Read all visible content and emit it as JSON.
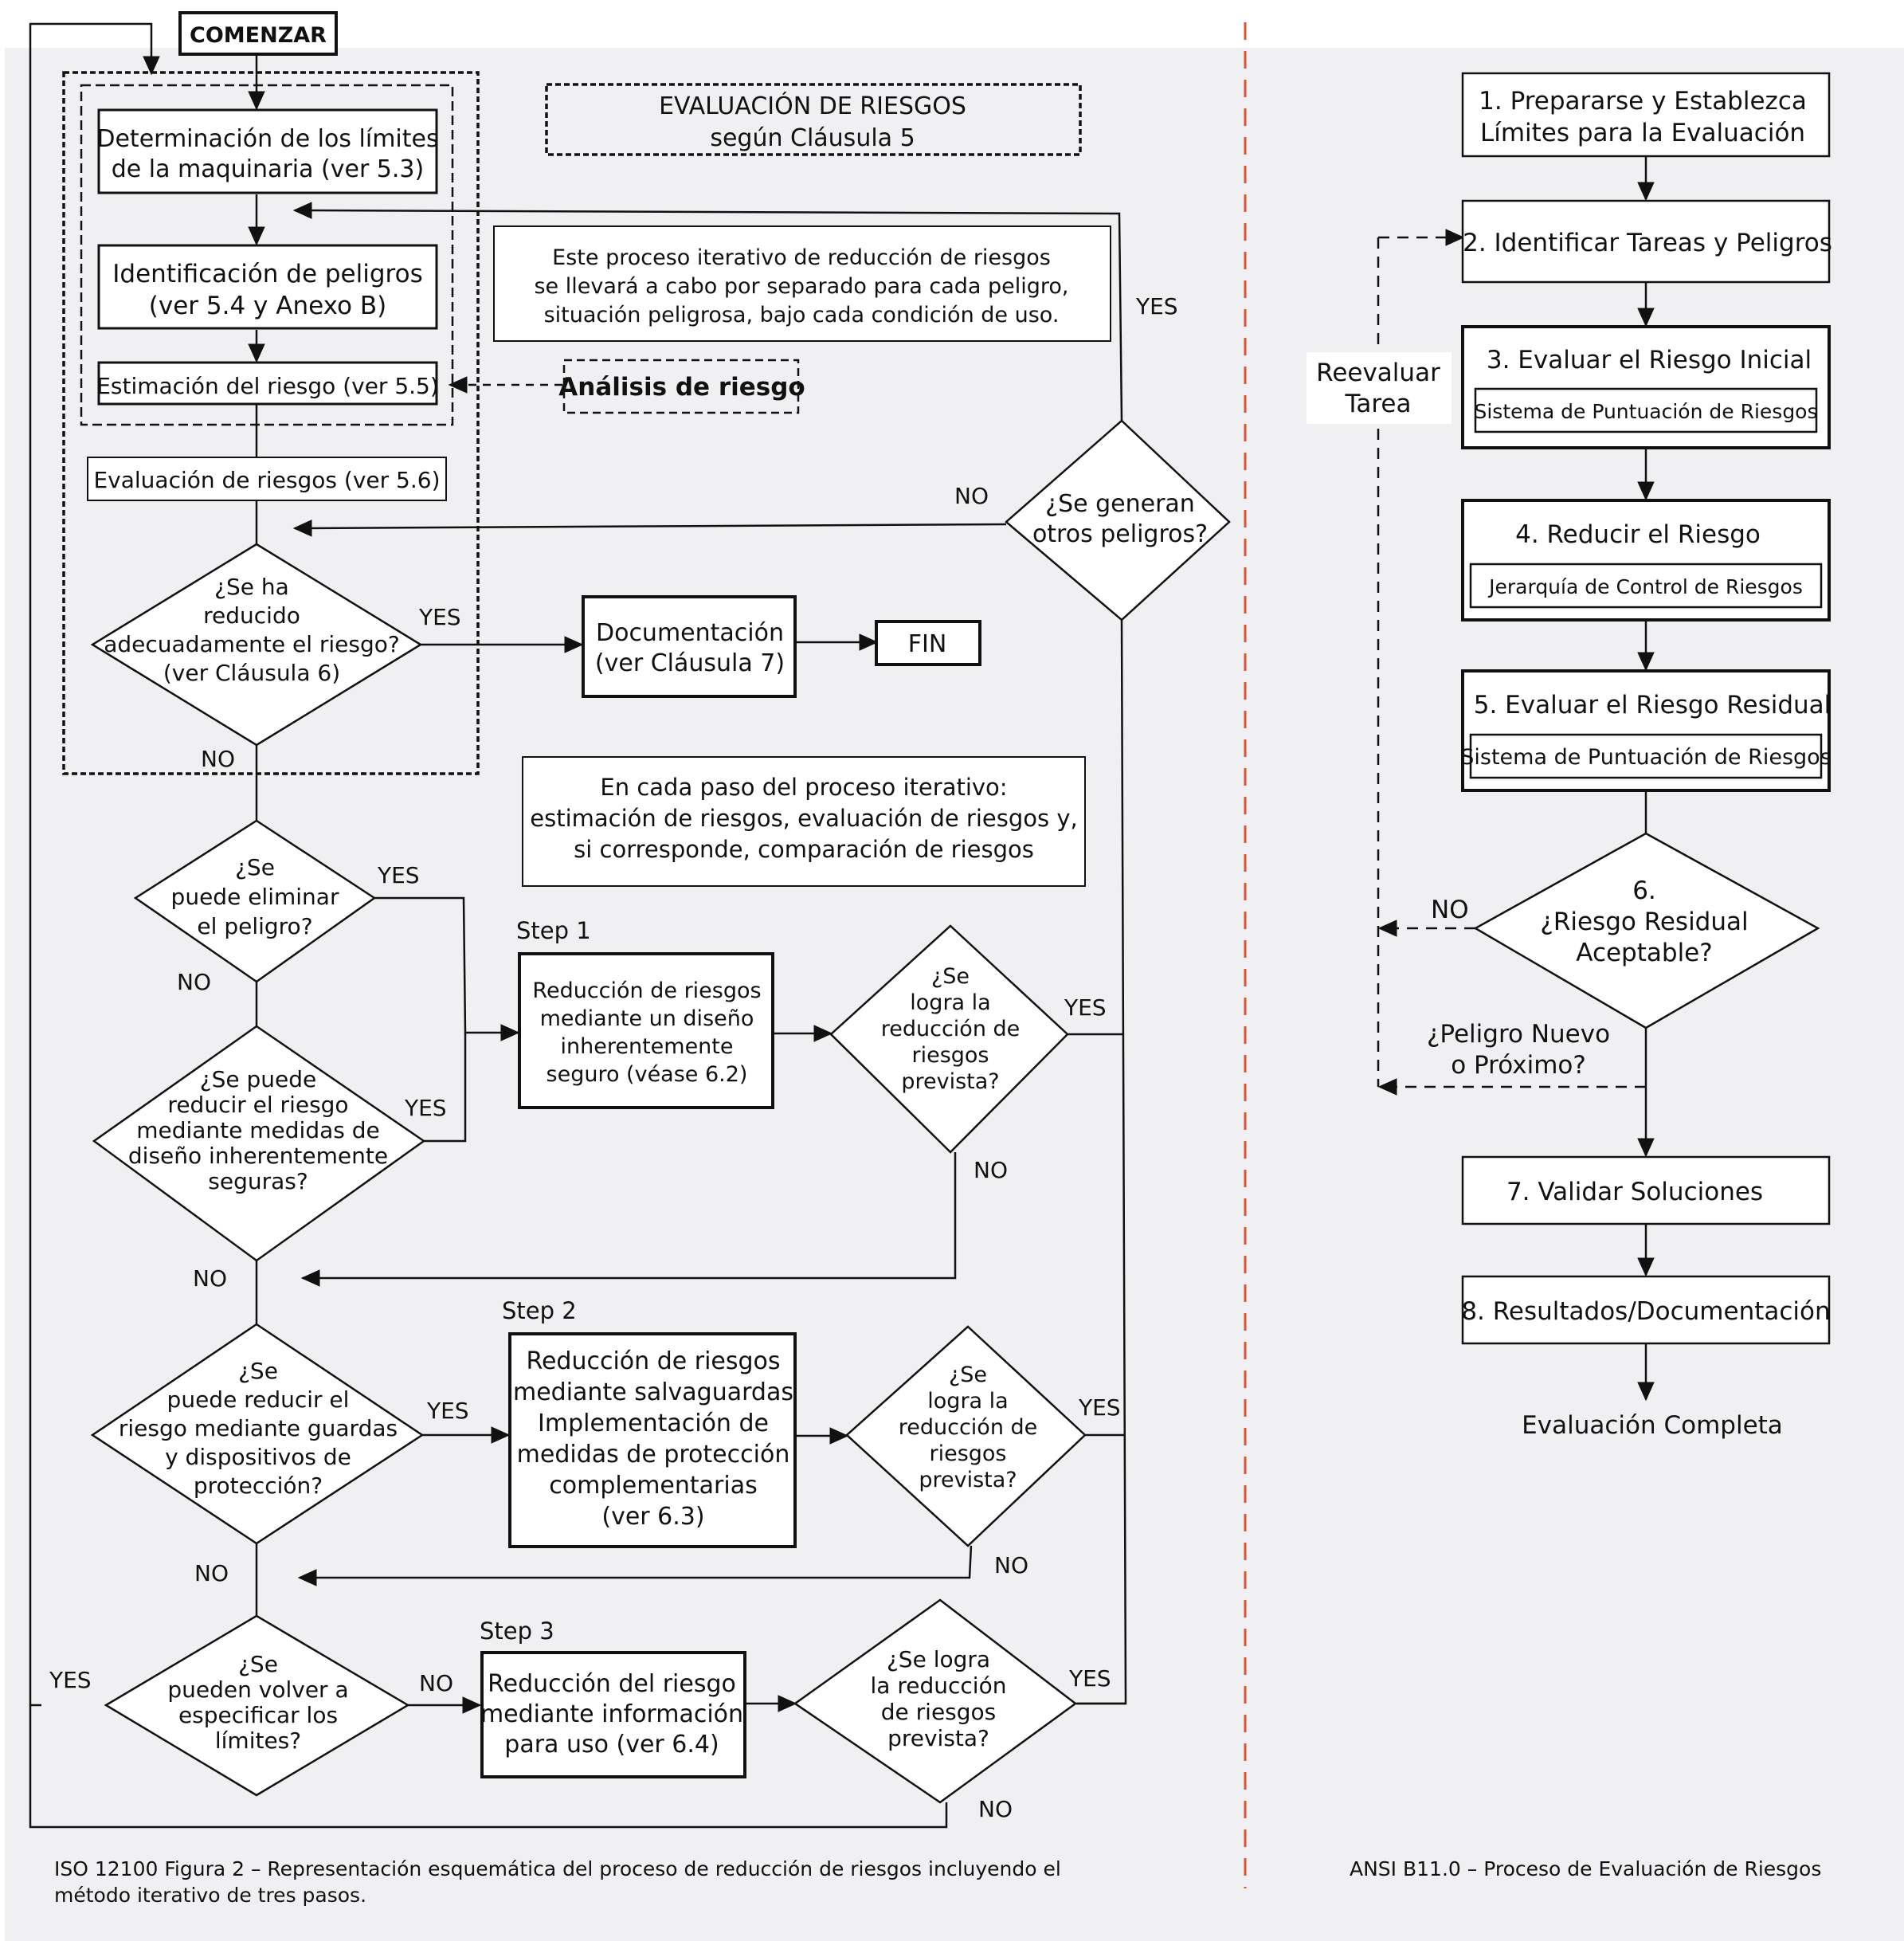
{
  "colors": {
    "panel": "#f0f0f2",
    "separator": "#d9553a",
    "ink": "#111111",
    "white": "#ffffff"
  },
  "left": {
    "start": "COMENZAR",
    "title": [
      "EVALUACIÓN DE RIESGOS",
      "según Cláusula 5"
    ],
    "limits": [
      "Determinación de los límites",
      "de la maquinaria (ver 5.3)"
    ],
    "hazard_id": [
      "Identificación de peligros",
      "(ver 5.4 y Anexo B)"
    ],
    "estimation": [
      "Estimación del riesgo (ver 5.5)"
    ],
    "risk_analysis": [
      "Análisis de riesgo"
    ],
    "evaluation": [
      "Evaluación de riesgos (ver 5.6)"
    ],
    "iterative_note": [
      "Este proceso iterativo de reducción de riesgos",
      "se llevará a cabo por separado para cada peligro,",
      "situación peligrosa, bajo cada condición de uso."
    ],
    "each_step_note": [
      "En cada paso del proceso iterativo:",
      "estimación de riesgos, evaluación de riesgos y,",
      "si corresponde, comparación de riesgos"
    ],
    "q_reduced": [
      "¿Se ha",
      "reducido",
      "adecuadamente el riesgo?",
      "(ver Cláusula 6)"
    ],
    "documentation": [
      "Documentación",
      "(ver Cláusula 7)"
    ],
    "end": [
      "FIN"
    ],
    "q_other_hazards": [
      "¿Se generan",
      "otros peligros?"
    ],
    "q_eliminate": [
      "¿Se",
      "puede eliminar",
      "el peligro?"
    ],
    "q_inherent": [
      "¿Se puede",
      "reducir el riesgo",
      "mediante medidas de",
      "diseño inherentemente",
      "seguras?"
    ],
    "q_guards": [
      "¿Se",
      "puede reducir el",
      "riesgo mediante guardas",
      "y dispositivos de",
      "protección?"
    ],
    "q_respecify": [
      "¿Se",
      "pueden volver a",
      "especificar los",
      "límites?"
    ],
    "step1_label": "Step 1",
    "step2_label": "Step 2",
    "step3_label": "Step 3",
    "step1_box": [
      "Reducción de riesgos",
      "mediante un diseño",
      "inherentemente",
      "seguro (véase 6.2)"
    ],
    "step2_box": [
      "Reducción de riesgos",
      "mediante salvaguardas",
      "Implementación de",
      "medidas de protección",
      "complementarias",
      "(ver 6.3)"
    ],
    "step3_box": [
      "Reducción del riesgo",
      "mediante información",
      "para uso (ver 6.4)"
    ],
    "q_achieved1": [
      "¿Se",
      "logra la",
      "reducción de",
      "riesgos",
      "prevista?"
    ],
    "q_achieved2": [
      "¿Se",
      "logra la",
      "reducción de",
      "riesgos",
      "prevista?"
    ],
    "q_achieved3": [
      "¿Se logra",
      "la reducción",
      "de riesgos",
      "prevista?"
    ],
    "yes": "YES",
    "no": "NO",
    "caption": [
      "ISO 12100 Figura 2 – Representación esquemática del proceso de reducción de riesgos incluyendo el",
      "método iterativo de tres pasos."
    ]
  },
  "right": {
    "s1": [
      "1. Prepararse y Establezca",
      "Límites para la Evaluación"
    ],
    "s2": [
      "2. Identificar Tareas y Peligros"
    ],
    "s3": [
      "3. Evaluar el Riesgo Inicial"
    ],
    "s3_sub": [
      "Sistema de Puntuación de Riesgos"
    ],
    "s4": [
      "4. Reducir el Riesgo"
    ],
    "s4_sub": [
      "Jerarquía de Control de Riesgos"
    ],
    "s5": [
      "5. Evaluar el Riesgo Residual"
    ],
    "s5_sub": [
      "Sistema de Puntuación de Riesgos"
    ],
    "s6": [
      "6.",
      "¿Riesgo Residual",
      "Aceptable?"
    ],
    "reevaluate": [
      "Reevaluar",
      "Tarea"
    ],
    "new_hazard": [
      "¿Peligro Nuevo",
      "o Próximo?"
    ],
    "no": "NO",
    "s7": [
      "7. Validar Soluciones"
    ],
    "s8": [
      "8. Resultados/Documentación"
    ],
    "complete": [
      "Evaluación Completa"
    ],
    "caption": [
      "ANSI B11.0 – Proceso de Evaluación de Riesgos"
    ]
  }
}
